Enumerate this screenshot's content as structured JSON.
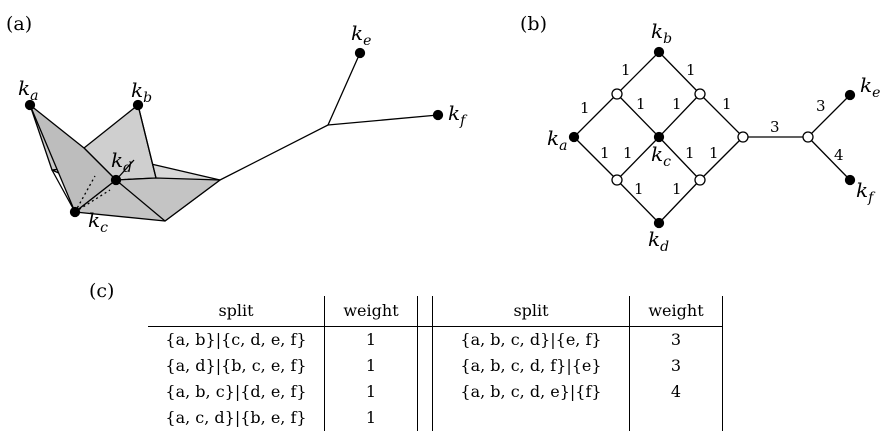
{
  "panels": {
    "a": "(a)",
    "b": "(b)",
    "c": "(c)"
  },
  "node_labels": {
    "a": {
      "base": "k",
      "sub": "a"
    },
    "b": {
      "base": "k",
      "sub": "b"
    },
    "c": {
      "base": "k",
      "sub": "c"
    },
    "d": {
      "base": "k",
      "sub": "d"
    },
    "e": {
      "base": "k",
      "sub": "e"
    },
    "f": {
      "base": "k",
      "sub": "f"
    }
  },
  "edge_weights": {
    "b_left": "1",
    "b_right": "1",
    "a_up": "1",
    "a_down": "1",
    "ul_center": "1",
    "ur_center": "1",
    "ll_center": "1",
    "lr_center": "1",
    "ur_right": "1",
    "lr_right": "1",
    "d_left": "1",
    "d_right": "1",
    "bridge": "3",
    "to_e": "3",
    "to_f": "4"
  },
  "table": {
    "headers": {
      "split": "split",
      "weight": "weight"
    },
    "left_rows": [
      {
        "split": "{a, b}|{c, d, e, f}",
        "weight": "1"
      },
      {
        "split": "{a, d}|{b, c, e, f}",
        "weight": "1"
      },
      {
        "split": "{a, b, c}|{d, e, f}",
        "weight": "1"
      },
      {
        "split": "{a, c, d}|{b, e, f}",
        "weight": "1"
      }
    ],
    "right_rows": [
      {
        "split": "{a, b, c, d}|{e, f}",
        "weight": "3"
      },
      {
        "split": "{a, b, c, d, f}|{e}",
        "weight": "3"
      },
      {
        "split": "{a, b, c, d, e}|{f}",
        "weight": "4"
      }
    ]
  }
}
